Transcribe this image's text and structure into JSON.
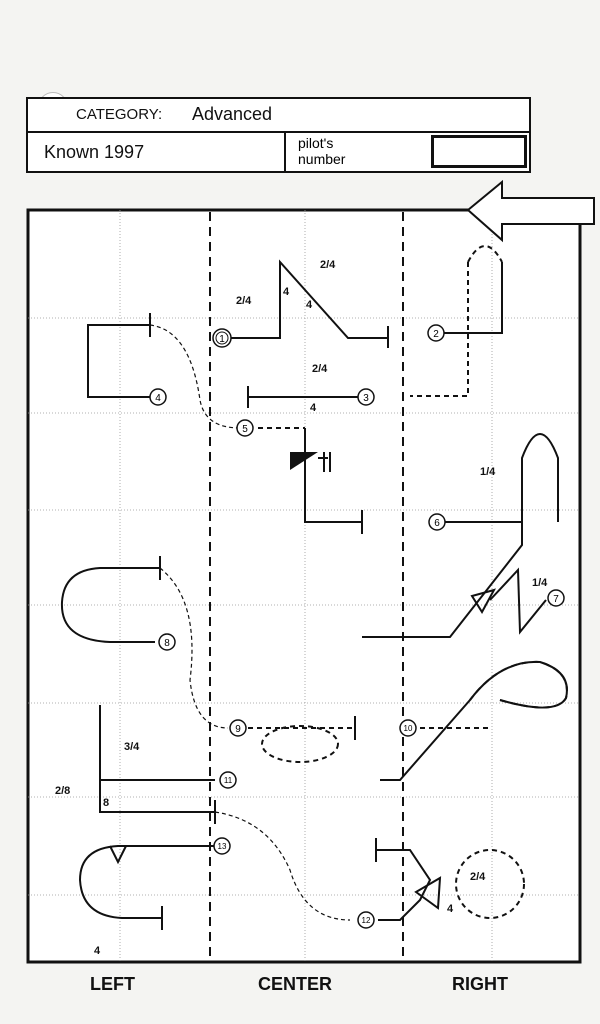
{
  "header": {
    "category_label": "CATEGORY:",
    "category_value": "Advanced",
    "sequence_name": "Known 1997",
    "pilot_label_line1": "pilot's",
    "pilot_label_line2": "number",
    "pilot_number": ""
  },
  "figures": [
    {
      "number": "1"
    },
    {
      "number": "2"
    },
    {
      "number": "3"
    },
    {
      "number": "4"
    },
    {
      "number": "5"
    },
    {
      "number": "6"
    },
    {
      "number": "7"
    },
    {
      "number": "8"
    },
    {
      "number": "9"
    },
    {
      "number": "10"
    },
    {
      "number": "11"
    },
    {
      "number": "12"
    },
    {
      "number": "13"
    }
  ],
  "annotations": {
    "a_2_4_top": "2/4",
    "a_2_4_left": "2/4",
    "a_4_top_a": "4",
    "a_4_top_b": "4",
    "a_2_4_fig3": "2/4",
    "a_4_fig3": "4",
    "a_1_4_fig6": "1/4",
    "a_1_4_fig7": "1/4",
    "a_3_4": "3/4",
    "a_2_8": "2/8",
    "a_8": "8",
    "a_4_bottom": "4",
    "a_2_4_bottom": "2/4",
    "a_4_fig12": "4"
  },
  "footer": {
    "left": "LEFT",
    "center": "CENTER",
    "right": "RIGHT"
  }
}
